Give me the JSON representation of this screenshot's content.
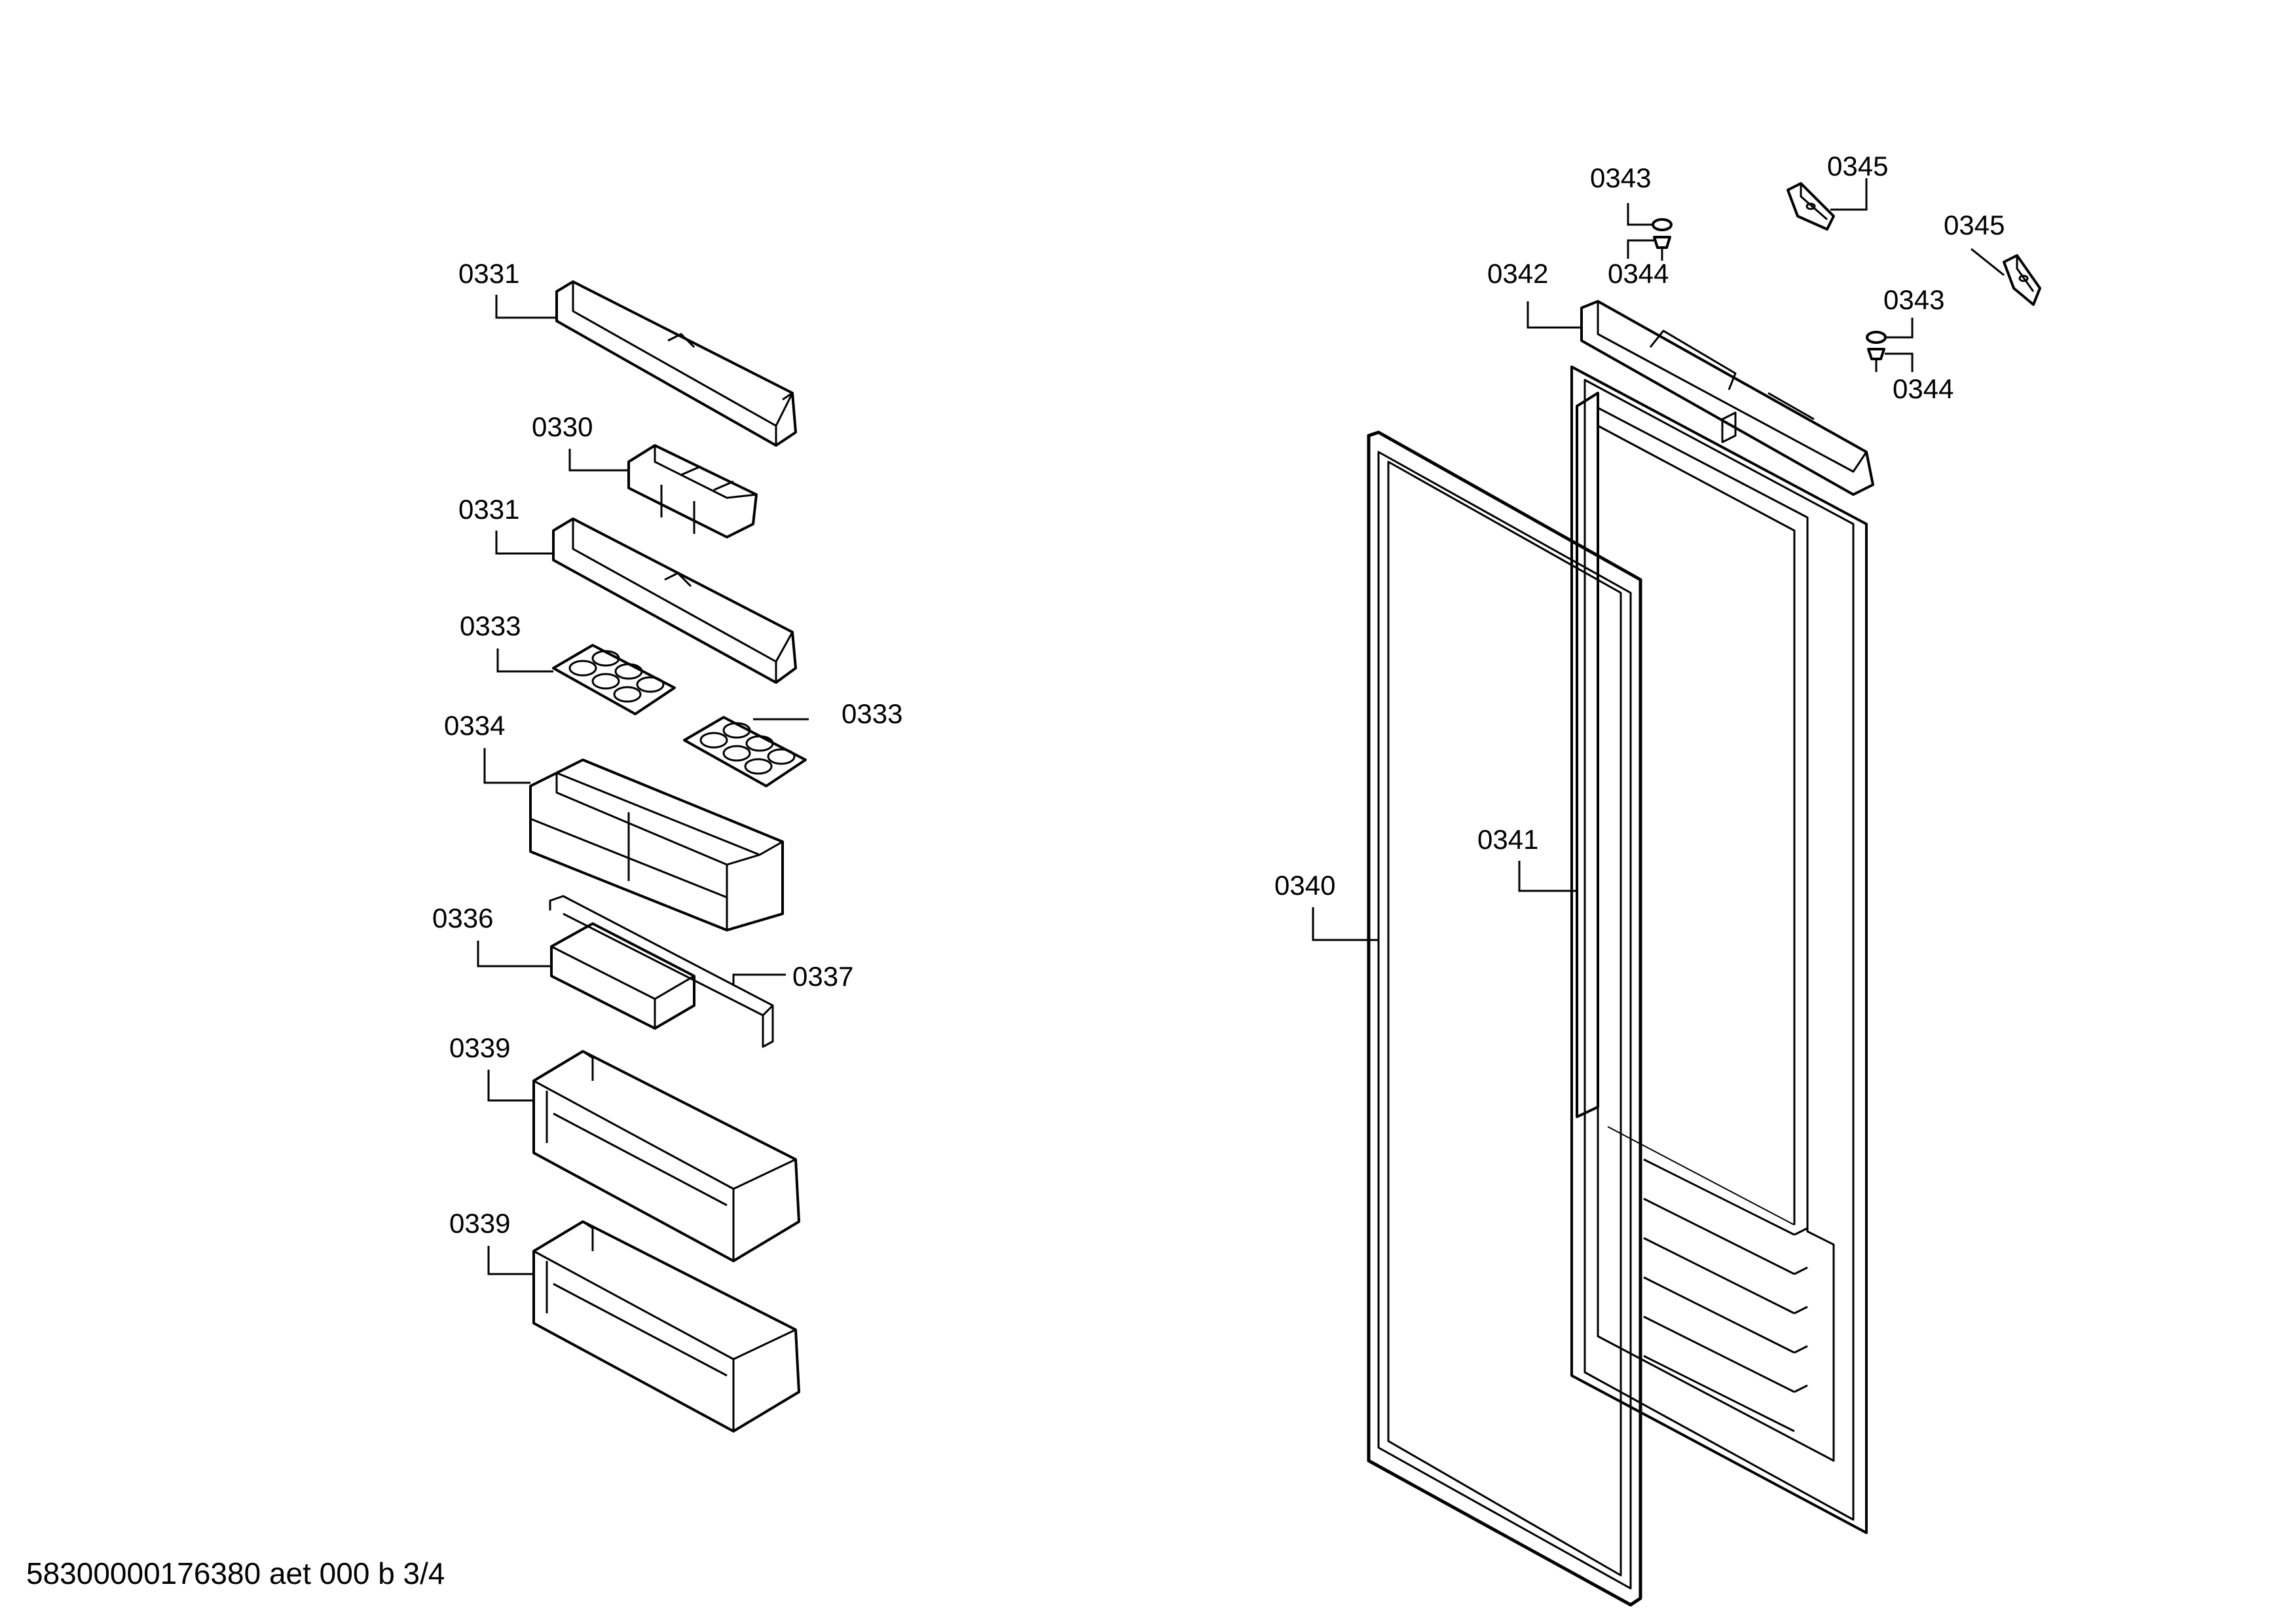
{
  "labels": {
    "l0331a": "0331",
    "l0330": "0330",
    "l0331b": "0331",
    "l0333a": "0333",
    "l0333b": "0333",
    "l0334": "0334",
    "l0336": "0336",
    "l0337": "0337",
    "l0339a": "0339",
    "l0339b": "0339",
    "l0340": "0340",
    "l0341": "0341",
    "l0342": "0342",
    "l0343a": "0343",
    "l0344a": "0344",
    "l0345a": "0345",
    "l0345b": "0345",
    "l0343b": "0343",
    "l0344b": "0344"
  },
  "document_id": "58300000176380 aet 000 b 3/4"
}
